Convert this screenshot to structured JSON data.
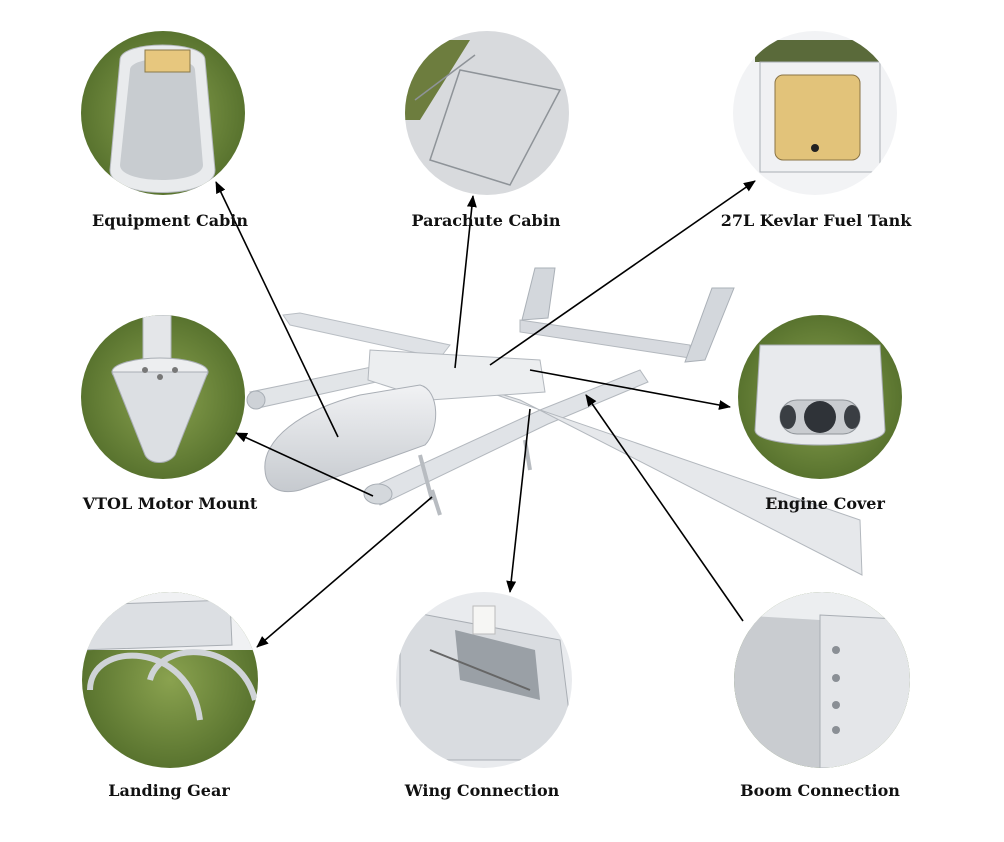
{
  "labels": {
    "equipment_cabin": "Equipment Cabin",
    "parachute_cabin": "Parachute Cabin",
    "fuel_tank": "27L Kevlar Fuel Tank",
    "vtol_motor_mount": "VTOL Motor Mount",
    "engine_cover": "Engine Cover",
    "landing_gear": "Landing Gear",
    "wing_connection": "Wing Connection",
    "boom_connection": "Boom Connection"
  },
  "colors": {
    "airframe": "#e4e6e9",
    "airframe_shade": "#c9cdd2",
    "grass": "#6f8a3c",
    "fuel_tank": "#e2c37a",
    "arrow": "#000000"
  }
}
